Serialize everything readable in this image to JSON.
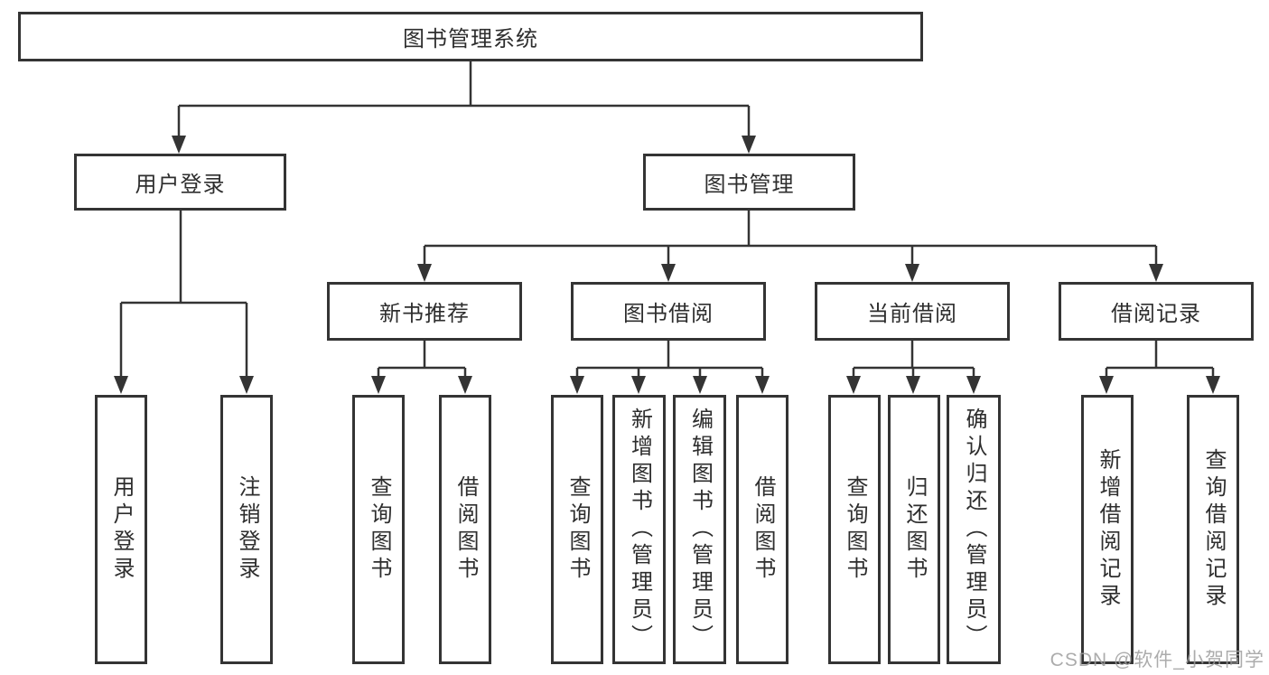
{
  "diagram": {
    "root": {
      "label": "图书管理系统",
      "children": [
        {
          "label": "用户登录",
          "children": [
            {
              "label": "用户登录"
            },
            {
              "label": "注销登录"
            }
          ]
        },
        {
          "label": "图书管理",
          "children": [
            {
              "label": "新书推荐",
              "children": [
                {
                  "label": "查询图书"
                },
                {
                  "label": "借阅图书"
                }
              ]
            },
            {
              "label": "图书借阅",
              "children": [
                {
                  "label": "查询图书"
                },
                {
                  "label": "新增图书（管理员）"
                },
                {
                  "label": "编辑图书（管理员）"
                },
                {
                  "label": "借阅图书"
                }
              ]
            },
            {
              "label": "当前借阅",
              "children": [
                {
                  "label": "查询图书"
                },
                {
                  "label": "归还图书"
                },
                {
                  "label": "确认归还（管理员）"
                }
              ]
            },
            {
              "label": "借阅记录",
              "children": [
                {
                  "label": "新增借阅记录"
                },
                {
                  "label": "查询借阅记录"
                }
              ]
            }
          ]
        }
      ]
    }
  },
  "watermark": "CSDN @软件_小贺同学",
  "colors": {
    "line": "#343434",
    "box_border": "#343434",
    "text": "#2e2e2e",
    "watermark": "#9e9e9e",
    "background": "#ffffff"
  }
}
